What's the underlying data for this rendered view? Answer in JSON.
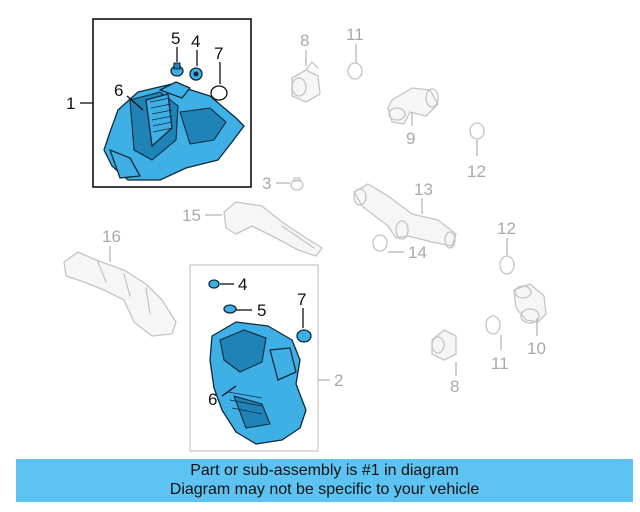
{
  "callouts": {
    "c1": "1",
    "c2": "2",
    "c3": "3",
    "c4a": "4",
    "c4b": "4",
    "c5a": "5",
    "c5b": "5",
    "c6a": "6",
    "c6b": "6",
    "c7a": "7",
    "c7b": "7",
    "c8a": "8",
    "c8b": "8",
    "c9": "9",
    "c10": "10",
    "c11a": "11",
    "c11b": "11",
    "c12a": "12",
    "c12b": "12",
    "c13": "13",
    "c14": "14",
    "c15": "15",
    "c16": "16"
  },
  "banner": {
    "line1": "Part or sub-assembly is #1 in diagram",
    "line2": "Diagram may not be specific to your vehicle"
  },
  "colors": {
    "highlight_part": "#3fb0e6",
    "banner_bg": "#5cc3f2",
    "ghost_outline": "#c4c4c4"
  }
}
